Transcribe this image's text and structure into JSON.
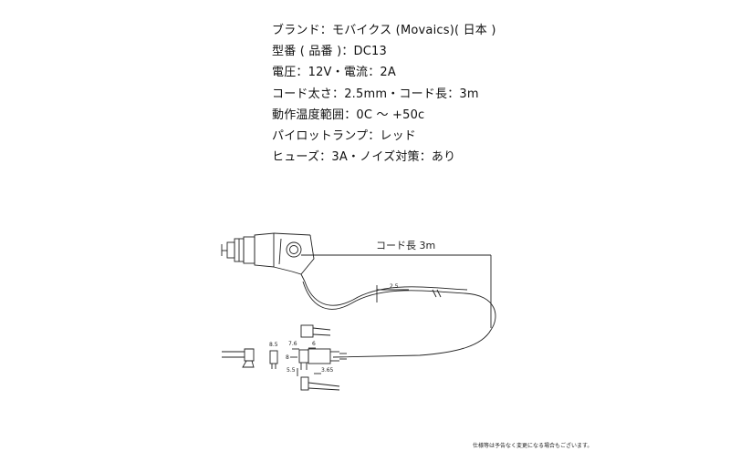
{
  "specs": [
    "ブランド：モバイクス (Movaics)( 日本 )",
    "型番 ( 品番 )：DC13",
    "電圧：12V・電流：2A",
    "コード太さ：2.5mm・コード長：3m",
    "動作温度範囲：0C ～ +50c",
    "パイロットランプ：レッド",
    "ヒューズ：3A・ノイズ対策：あり"
  ],
  "diagram": {
    "cord_length_label": "コード長 3m",
    "cord_diameter_label": "2.5",
    "dims": {
      "d85": "8.5",
      "d76": "7.6",
      "d6": "6",
      "d8": "8",
      "d55": "5.5",
      "d365": "3.65"
    }
  },
  "footnote": "仕様等は予告なく変更になる場合もございます。"
}
